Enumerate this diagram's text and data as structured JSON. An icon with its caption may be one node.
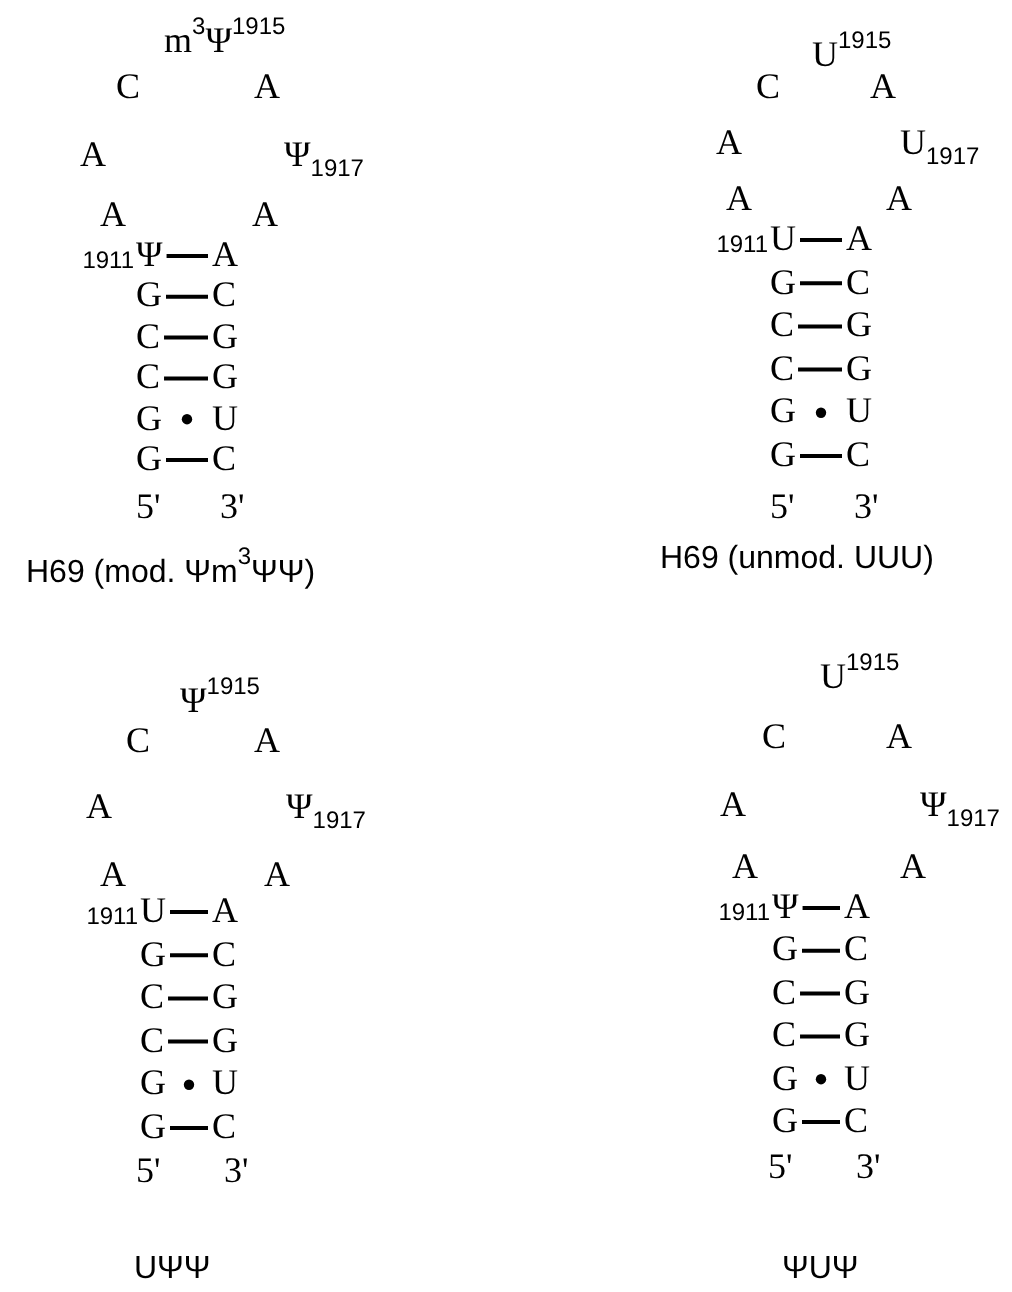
{
  "diagram": {
    "nodes": [
      {
        "text": [
          "Ψ"
        ],
        "beside": [
          "1911"
        ]
      },
      {
        "text": [
          "A"
        ]
      },
      {
        "text": [
          "G"
        ]
      },
      {
        "text": [
          "C"
        ]
      },
      {
        "text": [
          "C"
        ]
      },
      {
        "text": [
          "G"
        ]
      },
      {
        "text": [
          "C"
        ]
      },
      {
        "text": [
          "G"
        ]
      },
      {
        "text": [
          "G"
        ]
      },
      {
        "text": [
          "U"
        ]
      },
      {
        "text": [
          "G"
        ]
      },
      {
        "text": [
          "C"
        ]
      },
      {
        "text": [
          "U"
        ],
        "beside": [
          "1911"
        ]
      },
      {
        "text": [
          "A"
        ]
      },
      {
        "text": [
          "G"
        ]
      },
      {
        "text": [
          "C"
        ]
      },
      {
        "text": [
          "C"
        ]
      },
      {
        "text": [
          "G"
        ]
      },
      {
        "text": [
          "C"
        ]
      },
      {
        "text": [
          "G"
        ]
      },
      {
        "text": [
          "G"
        ]
      },
      {
        "text": [
          "U"
        ]
      },
      {
        "text": [
          "G"
        ]
      },
      {
        "text": [
          "C"
        ]
      },
      {
        "text": [
          "U"
        ],
        "beside": [
          "1911"
        ]
      },
      {
        "text": [
          "A"
        ]
      },
      {
        "text": [
          "G"
        ]
      },
      {
        "text": [
          "C"
        ]
      },
      {
        "text": [
          "C"
        ]
      },
      {
        "text": [
          "G"
        ]
      },
      {
        "text": [
          "C"
        ]
      },
      {
        "text": [
          "G"
        ]
      },
      {
        "text": [
          "G"
        ]
      },
      {
        "text": [
          "U"
        ]
      },
      {
        "text": [
          "G"
        ]
      },
      {
        "text": [
          "C"
        ]
      },
      {
        "text": [
          "Ψ"
        ],
        "beside": [
          "1911"
        ]
      },
      {
        "text": [
          "A"
        ]
      },
      {
        "text": [
          "G"
        ]
      },
      {
        "text": [
          "C"
        ]
      },
      {
        "text": [
          "C"
        ]
      },
      {
        "text": [
          "G"
        ]
      },
      {
        "text": [
          "C"
        ]
      },
      {
        "text": [
          "G"
        ]
      },
      {
        "text": [
          "G"
        ]
      },
      {
        "text": [
          "U"
        ]
      },
      {
        "text": [
          "G"
        ]
      },
      {
        "text": [
          "C"
        ]
      }
    ],
    "edges": [
      {
        "from": 0,
        "to": 1,
        "arrow": "none"
      },
      {
        "from": 2,
        "to": 3,
        "arrow": "none"
      },
      {
        "from": 4,
        "to": 5,
        "arrow": "none"
      },
      {
        "from": 6,
        "to": 7,
        "arrow": "none"
      },
      {
        "from": 10,
        "to": 11,
        "arrow": "none"
      },
      {
        "from": 12,
        "to": 13,
        "arrow": "none"
      },
      {
        "from": 14,
        "to": 15,
        "arrow": "none"
      },
      {
        "from": 16,
        "to": 17,
        "arrow": "none"
      },
      {
        "from": 18,
        "to": 19,
        "arrow": "none"
      },
      {
        "from": 22,
        "to": 23,
        "arrow": "none"
      },
      {
        "from": 24,
        "to": 25,
        "arrow": "none"
      },
      {
        "from": 26,
        "to": 27,
        "arrow": "none"
      },
      {
        "from": 28,
        "to": 29,
        "arrow": "none"
      },
      {
        "from": 30,
        "to": 31,
        "arrow": "none"
      },
      {
        "from": 34,
        "to": 35,
        "arrow": "none"
      },
      {
        "from": 36,
        "to": 37,
        "arrow": "none"
      },
      {
        "from": 38,
        "to": 39,
        "arrow": "none"
      },
      {
        "from": 40,
        "to": 41,
        "arrow": "none"
      },
      {
        "from": 42,
        "to": 43,
        "arrow": "none"
      },
      {
        "from": 46,
        "to": 47,
        "arrow": "none"
      }
    ],
    "labels": [
      "m$^{3}$Ψ$^{1915}$",
      "C",
      "A",
      "A",
      "Ψ$_{1917}$",
      "A",
      "A",
      "5'",
      "3'",
      "H69 (mod. Ψm$^{3}$ΨΨ)",
      "U$^{1915}$",
      "C",
      "A",
      "A",
      "U$_{1917}$",
      "A",
      "A",
      "5'",
      "3'",
      "H69 (unmod. UUU)",
      "Ψ$^{1915}$",
      "C",
      "A",
      "A",
      "Ψ$_{1917}$",
      "A",
      "A",
      "5'",
      "3'",
      "UΨΨ",
      "U$^{1915}$",
      "C",
      "A",
      "A",
      "Ψ$_{1917}$",
      "A",
      "A",
      "5'",
      "3'",
      "ΨUΨ"
    ]
  }
}
